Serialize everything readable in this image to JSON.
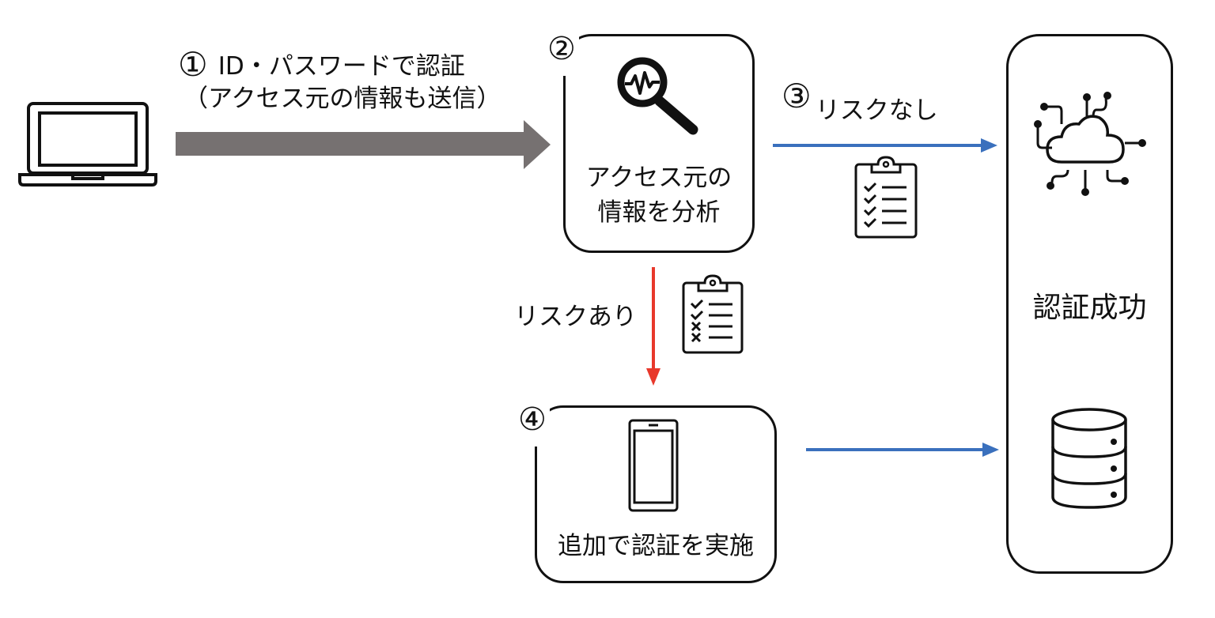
{
  "diagram": {
    "colors": {
      "main_arrow": "#767171",
      "success_arrow": "#3a70bd",
      "risk_arrow": "#e8382b",
      "outline": "#111111"
    },
    "client": {
      "icon": "laptop-icon"
    },
    "step1": {
      "number": "①",
      "label_line1": "ID・パスワードで認証",
      "label_line2": "（アクセス元の情報も送信）"
    },
    "step2": {
      "number": "②",
      "icon": "magnifier-pulse-icon",
      "label_line1": "アクセス元の",
      "label_line2": "情報を分析"
    },
    "step3": {
      "number": "③",
      "label": "リスクなし",
      "icon": "clipboard-all-checked-icon"
    },
    "risk_branch": {
      "label": "リスクあり",
      "icon": "clipboard-some-failed-icon"
    },
    "step4": {
      "number": "④",
      "icon": "smartphone-icon",
      "label": "追加で認証を実施"
    },
    "result": {
      "label": "認証成功",
      "top_icon": "cloud-network-icon",
      "bottom_icon": "database-icon"
    }
  }
}
